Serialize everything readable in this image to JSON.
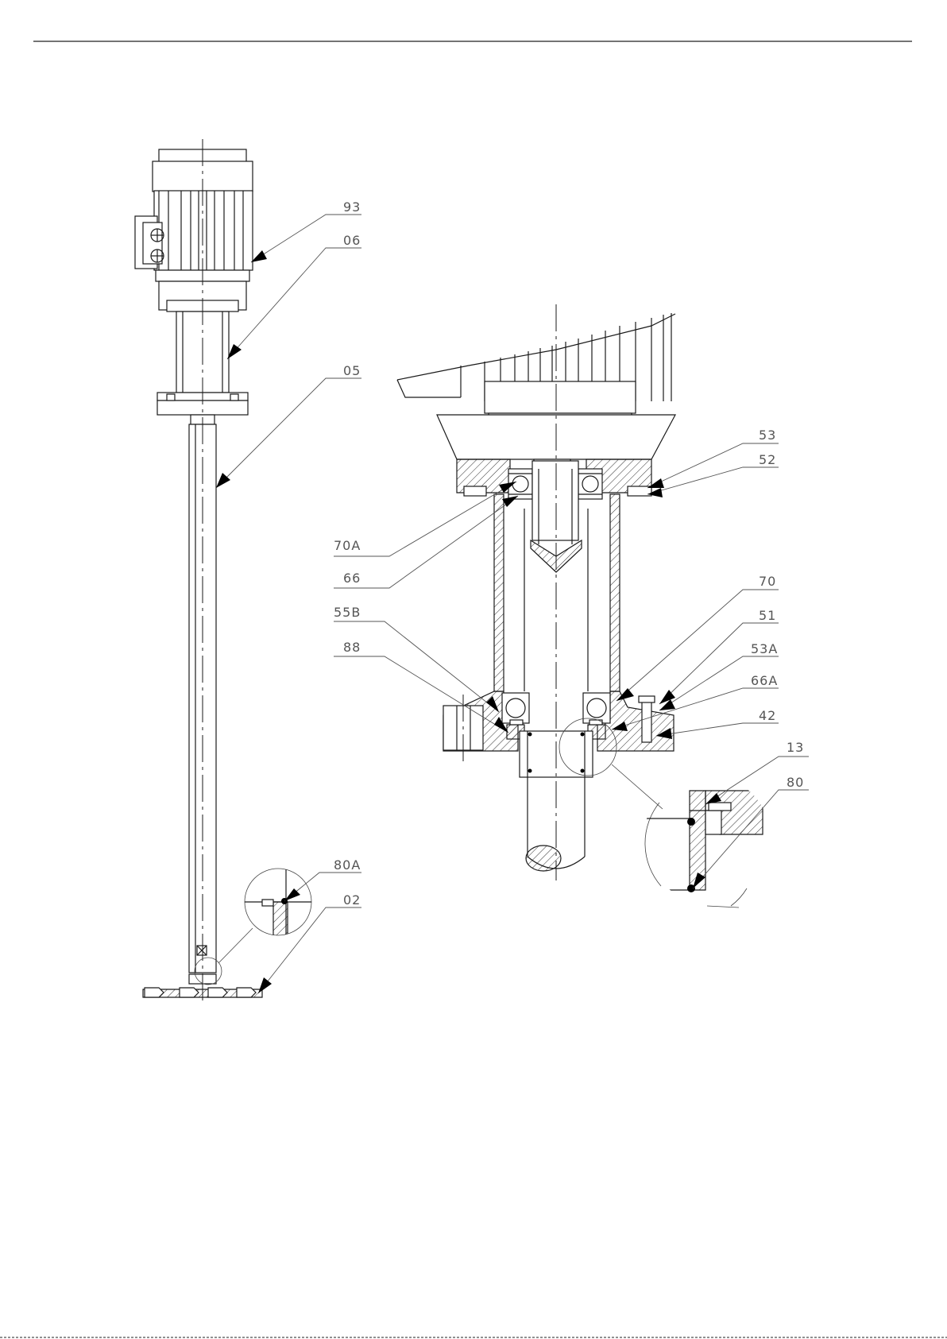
{
  "drawing": {
    "callouts": {
      "c93": "93",
      "c06": "06",
      "c05": "05",
      "c80A": "80A",
      "c02": "02",
      "c53": "53",
      "c52": "52",
      "c70A": "70A",
      "c66": "66",
      "c70": "70",
      "c55B": "55B",
      "c51": "51",
      "c88": "88",
      "c53A": "53A",
      "c66A": "66A",
      "c42": "42",
      "c13": "13",
      "c80": "80"
    }
  }
}
